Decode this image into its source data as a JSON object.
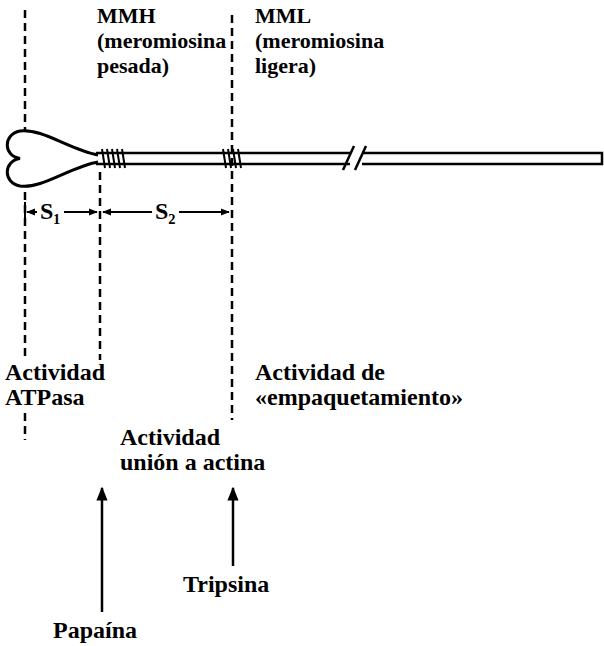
{
  "diagram": {
    "labels": [
      "MMH (meromiosina pesada)",
      "MML (meromiosina ligera)",
      "S₁",
      "S₂",
      "Actividad ATPasa",
      "Actividad de «empaquetamiento»",
      "Actividad unión a actina",
      "Tripsina",
      "Papaína"
    ]
  }
}
